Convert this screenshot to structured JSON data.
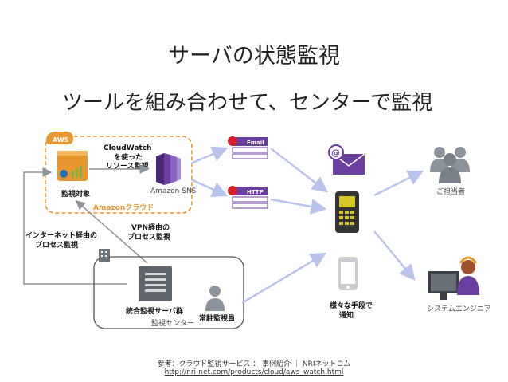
{
  "title": "サーバの状態監視",
  "subtitle": "ツールを組み合わせて、センターで監視",
  "aws": {
    "badge": "AWS",
    "cloud_label": "Amazonクラウド",
    "target_label": "監視対象",
    "cloudwatch_label": [
      "CloudWatch",
      "を使った",
      "リソース監視"
    ],
    "sns_label": "Amazon SNS"
  },
  "notifications": {
    "email_label": "Email",
    "http_label": "HTTP"
  },
  "center": {
    "label": "監視センター",
    "server_group_label": "統合監視サーバ群",
    "operator_label": "常駐監視員"
  },
  "connections": {
    "vpn_label": [
      "VPN経由の",
      "プロセス監視"
    ],
    "internet_label": [
      "インターネット経由の",
      "プロセス監視"
    ]
  },
  "devices": {
    "label": [
      "様々な手段で",
      "通知"
    ]
  },
  "recipients": {
    "person_label": "ご担当者",
    "engineer_label": "システムエンジニア"
  },
  "credit": {
    "line1": "参考：クラウド監視サービス ： 事例紹介 ｜ NRIネットコム",
    "url": "http://nri-net.com/products/cloud/aws_watch.html"
  },
  "colors": {
    "aws_orange": "#e8962e",
    "sns_purple": "#6b3fa0",
    "arrow_blue": "#b9c3ec",
    "arrow_gray": "#9aa0a8",
    "red_dot": "#d81e2a"
  }
}
